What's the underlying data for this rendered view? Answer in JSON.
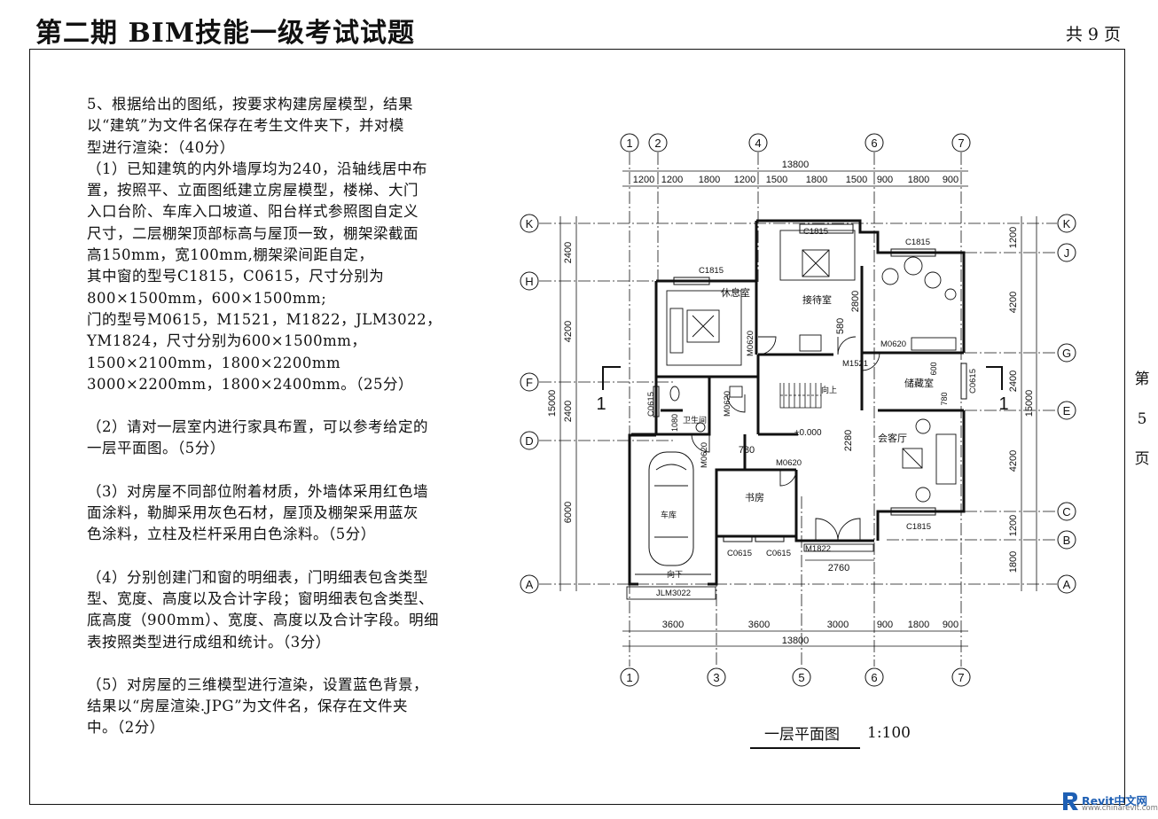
{
  "header": {
    "title": "第二期 BIM技能一级考试试题",
    "total_pages": "共 9 页"
  },
  "side_page": [
    "第",
    "5",
    "页"
  ],
  "question": {
    "paragraphs": [
      "5、根据给出的图纸，按要求构建房屋模型，结果\n以“建筑”为文件名保存在考生文件夹下，并对模\n型进行渲染：（40分）\n（1）已知建筑的内外墙厚均为240，沿轴线居中布\n置，按照平、立面图纸建立房屋模型，楼梯、大门\n入口台阶、车库入口坡道、阳台样式参照图自定义\n尺寸，二层棚架顶部标高与屋顶一致，棚架梁截面\n高150mm，宽100mm,棚架梁间距自定，\n其中窗的型号C1815，C0615，尺寸分别为\n800×1500mm，600×1500mm;\n门的型号M0615，M1521，M1822，JLM3022，\nYM1824，尺寸分别为600×1500mm，\n1500×2100mm，1800×2200mm\n3000×2200mm，1800×2400mm。（25分）",
      "（2）请对一层室内进行家具布置，可以参考给定的\n一层平面图。（5分）",
      "（3）对房屋不同部位附着材质，外墙体采用红色墙\n面涂料，勒脚采用灰色石材，屋顶及棚架采用蓝灰\n色涂料，立柱及栏杆采用白色涂料。（5分）",
      "（4）分别创建门和窗的明细表，门明细表包含类型\n型、宽度、高度以及合计字段；窗明细表包含类型、\n底高度（900mm）、宽度、高度以及合计字段。明细\n表按照类型进行成组和统计。（3分）",
      "（5）对房屋的三维模型进行渲染，设置蓝色背景，\n结果以“房屋渲染.JPG”为文件名，保存在文件夹\n中。（2分）"
    ]
  },
  "plan": {
    "title": "一层平面图",
    "scale": "1:100",
    "grid_top": [
      "1",
      "2",
      "4",
      "6",
      "7"
    ],
    "grid_bottom": [
      "1",
      "3",
      "5",
      "6",
      "7"
    ],
    "grid_left": [
      "K",
      "H",
      "F",
      "D",
      "A"
    ],
    "grid_right": [
      "K",
      "J",
      "G",
      "E",
      "C",
      "B",
      "A"
    ],
    "dim_top_total": "13800",
    "dim_top": [
      "1200",
      "1200",
      "1800",
      "1200",
      "1500",
      "1800",
      "1500",
      "900",
      "1800",
      "900"
    ],
    "dim_bottom": [
      "3600",
      "3600",
      "3000",
      "900",
      "1800",
      "900"
    ],
    "dim_bottom_total": "13800",
    "dim_left_total": "15000",
    "dim_left": [
      "2400",
      "4200",
      "2400",
      "6000"
    ],
    "dim_right_total": "15000",
    "dim_right": [
      "1200",
      "4200",
      "2400",
      "4200",
      "1200",
      "1800"
    ],
    "section_mark": "1",
    "rooms": {
      "rest": "休息室",
      "reception": "接待室",
      "storage": "储藏室",
      "toilet": "卫生间",
      "living": "会客厅",
      "study": "书房",
      "garage": "车库"
    },
    "labels": {
      "c1815": "C1815",
      "c0615": "C0615",
      "m0620": "M0620",
      "m1521": "M1521",
      "m1822": "M1822",
      "jlm3022": "JLM3022",
      "up": "向上",
      "down": "向下",
      "elev": "±0.000"
    },
    "inner_dims": [
      "2800",
      "580",
      "2280",
      "780",
      "1080",
      "2760",
      "600",
      "780"
    ]
  },
  "logo": {
    "name": "Revit中文网",
    "url": "www.chinarevit.com",
    "color": "#1e5fb4"
  }
}
